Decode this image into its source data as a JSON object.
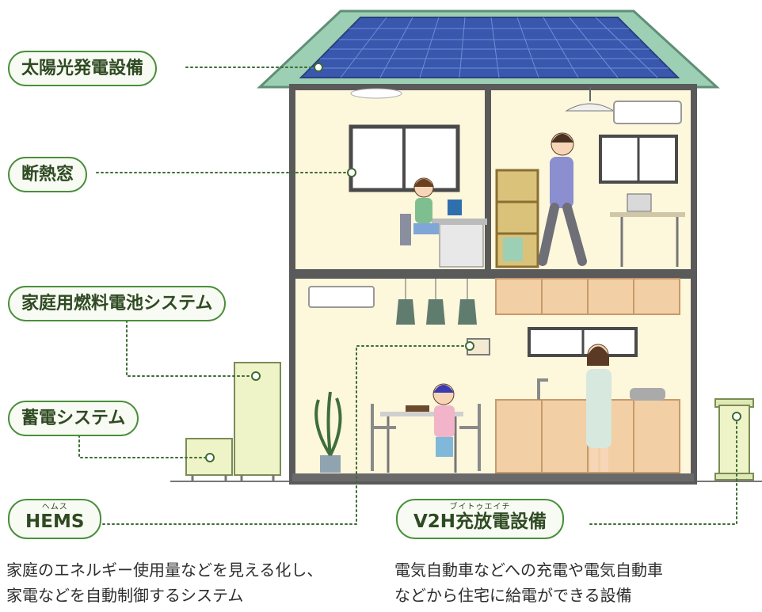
{
  "labels": {
    "solar": "太陽光発電設備",
    "window": "断熱窓",
    "fuel_cell": "家庭用燃料電池システム",
    "storage": "蓄電システム",
    "hems": "HEMS",
    "hems_ruby": "ヘムス",
    "v2h": "V2H充放電設備",
    "v2h_ruby": "ブイトゥエイチ"
  },
  "descriptions": {
    "hems_line1": "家庭のエネルギー使用量などを見える化し、",
    "hems_line2": "家電などを自動制御するシステム",
    "v2h_line1": "電気自動車などへの充電や電気自動車",
    "v2h_line2": "などから住宅に給電ができる設備"
  },
  "colors": {
    "label_border": "#4a8f3c",
    "dotted_line": "#3d6b33",
    "house_wall": "#fdf7dc",
    "roof": "#8fc8a8",
    "solar_panel": "#3656a8",
    "frame": "#5a5a5a"
  }
}
